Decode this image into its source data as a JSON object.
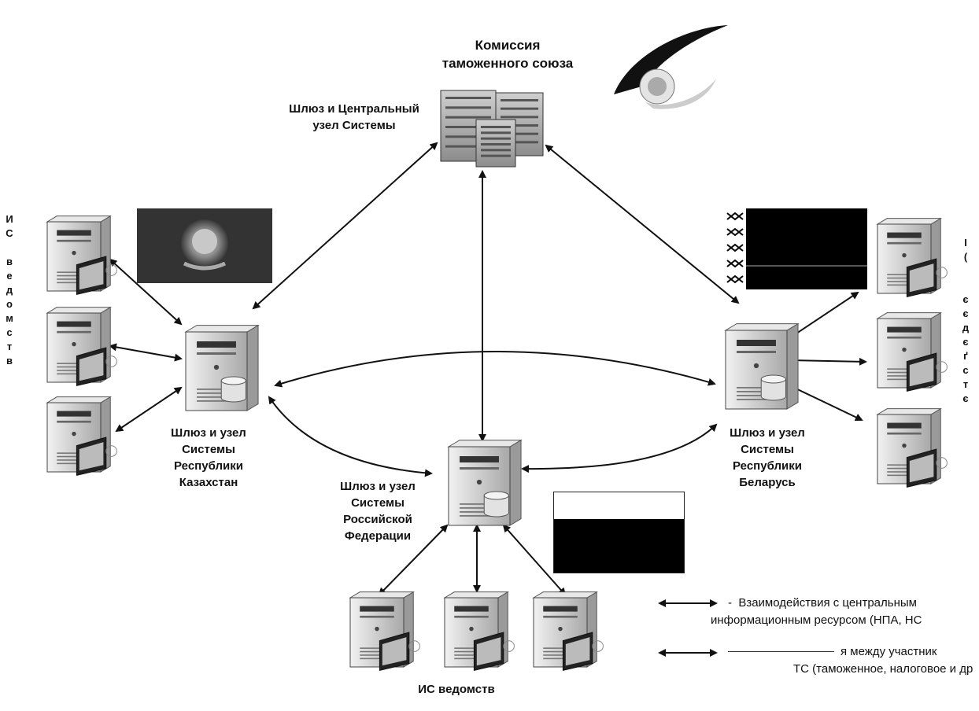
{
  "labels": {
    "commission": "Комиссия\nтаможенного союза",
    "central_gateway": "Шлюз и Центральный\nузел Системы",
    "kazakhstan": "Шлюз и узел\nСистемы\nРеспублики\nКазахстан",
    "russia": "Шлюз и узел\nСистемы\nРоссийской\nФедерации",
    "belarus": "Шлюз  и узел\nСистемы\nРеспублики\nБеларусь",
    "is_bottom": "ИС ведомств",
    "is_left_chars": [
      "И",
      "С",
      "",
      "в",
      "е",
      "д",
      "о",
      "м",
      "с",
      "т",
      "в"
    ],
    "is_right_chars": [
      "I",
      "(",
      "",
      "",
      "є",
      "є",
      "д",
      "є",
      "ґ",
      "с",
      "т",
      "є"
    ]
  },
  "legend": {
    "line1": "-  Взаимодействия с центральным",
    "line2": "информационным ресурсом (НПА, НС",
    "line3": "я между участник",
    "line4": "ТС (таможенное, налоговое и др"
  },
  "icons": {
    "server": "server-tower-icon",
    "database": "database-icon",
    "monitor": "monitor-icon",
    "server_rack": "server-rack-icon",
    "emblem": "customs-union-emblem-icon"
  },
  "colors": {
    "arrow": "#111111",
    "server_body": "#d9d9d9",
    "flag_dark": "#000000",
    "flag_kz": "#3a3a3a"
  }
}
